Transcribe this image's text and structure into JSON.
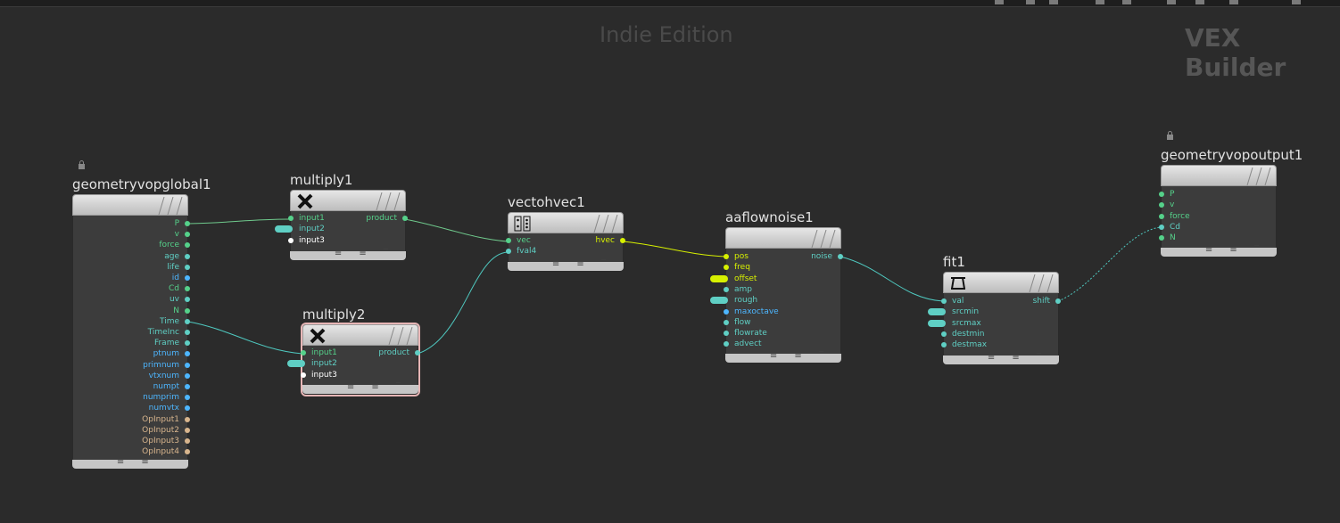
{
  "watermark": "Indie Edition",
  "context_label": "VEX Builder",
  "colors": {
    "background": "#2b2b2b",
    "port_green": "#55d18a",
    "port_teal": "#5fcfc4",
    "port_blue": "#4db6ff",
    "port_tan": "#d8b58d",
    "port_yellow": "#d7f000",
    "port_white": "#ffffff",
    "wire_green": "#6fc98c",
    "wire_yellow": "#d7f000",
    "wire_teal": "#4fc9c0",
    "selected_outline": "#e7b6b6"
  },
  "nodes": {
    "global": {
      "name": "geometryvopglobal1",
      "locked": true,
      "outputs": [
        "P",
        "v",
        "force",
        "age",
        "life",
        "id",
        "Cd",
        "uv",
        "N",
        "Time",
        "TimeInc",
        "Frame",
        "ptnum",
        "primnum",
        "vtxnum",
        "numpt",
        "numprim",
        "numvtx",
        "OpInput1",
        "OpInput2",
        "OpInput3",
        "OpInput4"
      ]
    },
    "multiply1": {
      "name": "multiply1",
      "icon": "multiply-x-icon",
      "inputs": [
        "input1",
        "input2",
        "input3"
      ],
      "outputs": [
        "product"
      ]
    },
    "multiply2": {
      "name": "multiply2",
      "icon": "multiply-x-icon",
      "selected": true,
      "inputs": [
        "input1",
        "input2",
        "input3"
      ],
      "outputs": [
        "product"
      ]
    },
    "vectohvec": {
      "name": "vectohvec1",
      "icon": "vector-dice-icon",
      "inputs": [
        "vec",
        "fval4"
      ],
      "outputs": [
        "hvec"
      ]
    },
    "aaflownoise": {
      "name": "aaflownoise1",
      "inputs": [
        "pos",
        "freq",
        "offset",
        "amp",
        "rough",
        "maxoctave",
        "flow",
        "flowrate",
        "advect"
      ],
      "outputs": [
        "noise"
      ]
    },
    "fit": {
      "name": "fit1",
      "icon": "fit-range-icon",
      "inputs": [
        "val",
        "srcmin",
        "srcmax",
        "destmin",
        "destmax"
      ],
      "outputs": [
        "shift"
      ]
    },
    "output": {
      "name": "geometryvopoutput1",
      "locked": true,
      "inputs": [
        "P",
        "v",
        "force",
        "Cd",
        "N"
      ]
    }
  },
  "footer_glyphs": "≡ ≡ ‾"
}
